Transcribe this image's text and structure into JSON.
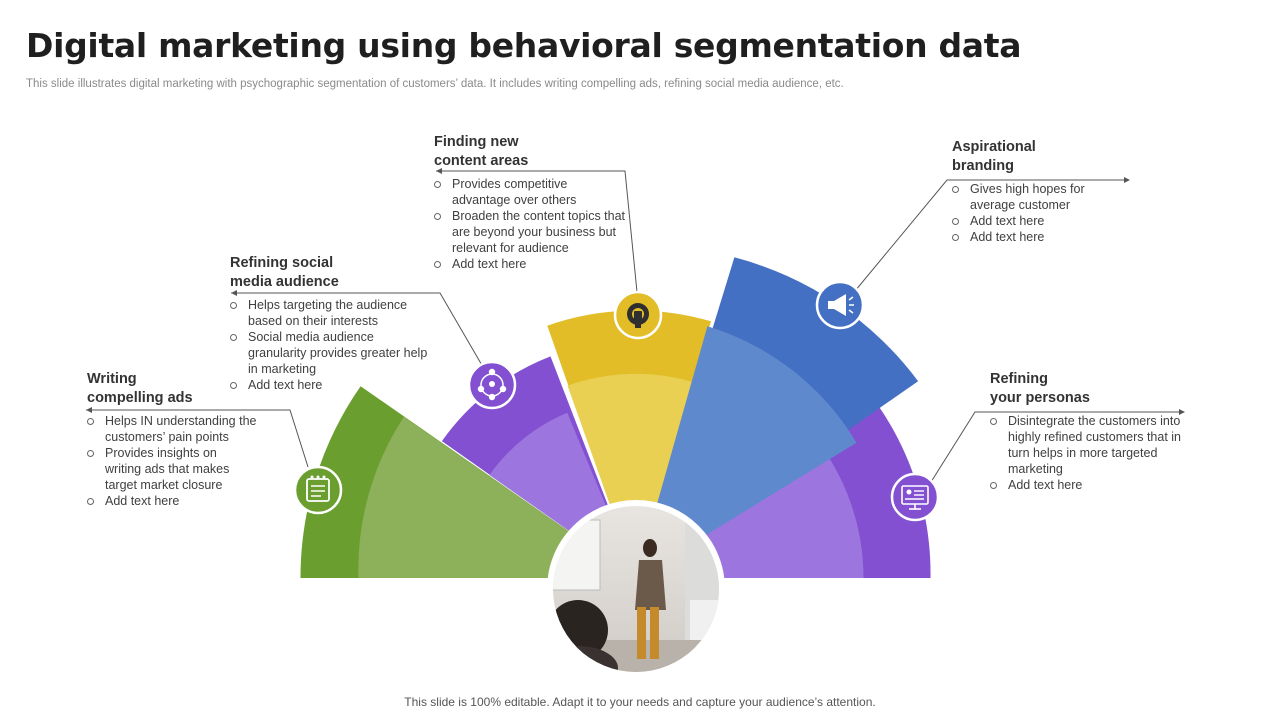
{
  "header": {
    "title": "Digital marketing using behavioral segmentation data",
    "subtitle": "This slide illustrates digital marketing with psychographic segmentation of customers’ data. It includes writing compelling ads, refining social media audience, etc."
  },
  "footer": {
    "text": "This slide is 100% editable. Adapt it to your needs and capture your audience’s attention."
  },
  "colors": {
    "green": "#6a9e2e",
    "purple": "#8350d2",
    "yellow": "#e2bd28",
    "blue": "#4470c4"
  },
  "segments": [
    {
      "title": "Writing\ncompelling ads",
      "icon": "notepad-icon",
      "bullets": [
        "Helps IN understanding the customers’ pain points",
        "Provides insights on writing ads that makes target market closure",
        "Add text here"
      ]
    },
    {
      "title": "Refining social\nmedia audience",
      "icon": "people-network-icon",
      "bullets": [
        "Helps targeting the audience based on their interests",
        "Social media audience granularity provides greater help in marketing",
        "Add text here"
      ]
    },
    {
      "title": "Finding new\ncontent areas",
      "icon": "lightbulb-gear-icon",
      "bullets": [
        "Provides competitive advantage over others",
        "Broaden the content topics that are beyond your business but relevant for audience",
        "Add text here"
      ]
    },
    {
      "title": "Aspirational\nbranding",
      "icon": "megaphone-icon",
      "bullets": [
        "Gives high hopes for average customer",
        "Add text here",
        "Add text here"
      ]
    },
    {
      "title": "Refining\nyour personas",
      "icon": "persona-profile-icon",
      "bullets": [
        "Disintegrate the customers into highly refined customers that in turn helps in more targeted marketing",
        "Add text here"
      ]
    }
  ]
}
